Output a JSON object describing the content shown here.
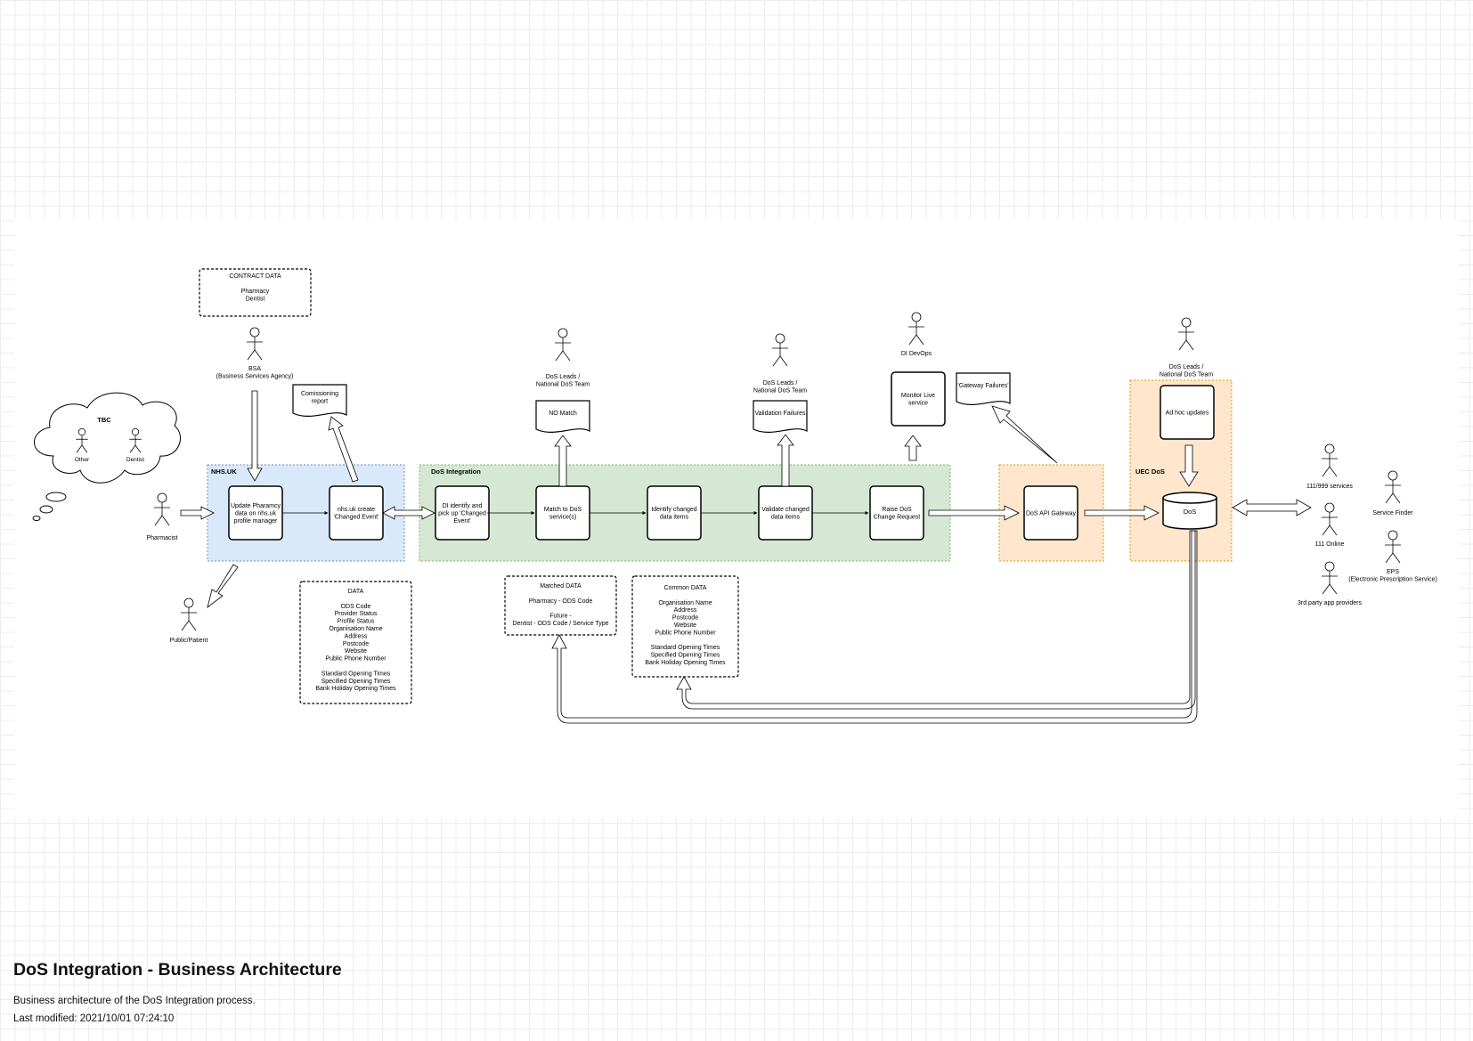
{
  "diagram": {
    "regions": {
      "nhsuk": "NHS.UK",
      "dos_integration": "DoS Integration",
      "uec_dos": "UEC DoS"
    },
    "thought_cloud": {
      "title": "TBC",
      "actors": [
        "Other",
        "Dentist"
      ]
    },
    "actors": {
      "pharmacist": "Pharmacist",
      "bsa": [
        "BSA",
        "(Business Services Agency)"
      ],
      "public": "Public/Patient",
      "dos_leads_1": [
        "DoS Leads /",
        "National DoS Team"
      ],
      "dos_leads_2": [
        "DoS Leads /",
        "National DoS Team"
      ],
      "di_devops": "DI DevOps",
      "dos_leads_3": [
        "DoS Leads /",
        "National DoS Team"
      ],
      "services_111999": "111/999 services",
      "online_111": "111 Online",
      "third_party": "3rd party app providers",
      "service_finder": "Service Finder",
      "eps": [
        "EPS",
        "(Electronic Prescription Service)"
      ]
    },
    "processes": {
      "update_pharmacy": [
        "Update Pharamcy",
        "data on nhs.uk",
        "profile manager"
      ],
      "create_event": [
        "nhs.uk create",
        "'Changed Event'"
      ],
      "di_identify": [
        "DI identify and",
        "pick up 'Changed",
        "Event'"
      ],
      "match_dos": [
        "Match to DoS",
        "service(s)"
      ],
      "identify_changed": [
        "Identify changed",
        "data items"
      ],
      "validate_changed": [
        "Validate changed",
        "data items"
      ],
      "raise_dos": [
        "Raise DoS",
        "Change Request"
      ],
      "dos_api_gateway": [
        "DoS API Gateway"
      ],
      "monitor_live": [
        "Monitor Live",
        "service"
      ],
      "ad_hoc": [
        "Ad hoc updates"
      ],
      "dos": "DoS"
    },
    "documents": {
      "commissioning": [
        "Comissioning",
        "report"
      ],
      "no_match": "NO Match",
      "validation_failures": "Validation Failures",
      "gateway_failures": "'Gateway Failures'"
    },
    "notes": {
      "contract_data": [
        "CONTRACT DATA",
        "",
        "Pharmacy",
        "Dentist"
      ],
      "data": [
        "DATA",
        "",
        "ODS Code",
        "Provider Status",
        "Profile Status",
        "Organisation Name",
        "Address",
        "Postcode",
        "Website",
        "Public Phone Number",
        "",
        "Standard Opening Times",
        "Specified Opening Times",
        "Bank Holiday Opening Times"
      ],
      "matched_data": [
        "Matched DATA",
        "",
        "Pharmacy - ODS Code",
        "",
        "Future -",
        "Dentist - ODS Code / Service Type"
      ],
      "common_data": [
        "Common DATA",
        "",
        "Organisation Name",
        "Address",
        "Postcode",
        "Website",
        "Public Phone Number",
        "",
        "Standard Opening Times",
        "Specified Opening Times",
        "Bank Holiday Opening Times"
      ]
    },
    "colors": {
      "nhsuk_fill": "#dae8fc",
      "nhsuk_stroke": "#6c8ebf",
      "di_fill": "#d5e8d4",
      "di_stroke": "#82b366",
      "uec_fill": "#ffe6cc",
      "uec_stroke": "#d79b00"
    }
  },
  "footer": {
    "title": "DoS Integration - Business Architecture",
    "description": "Business architecture of the DoS Integration process.",
    "last_modified": "Last modified: 2021/10/01 07:24:10"
  }
}
